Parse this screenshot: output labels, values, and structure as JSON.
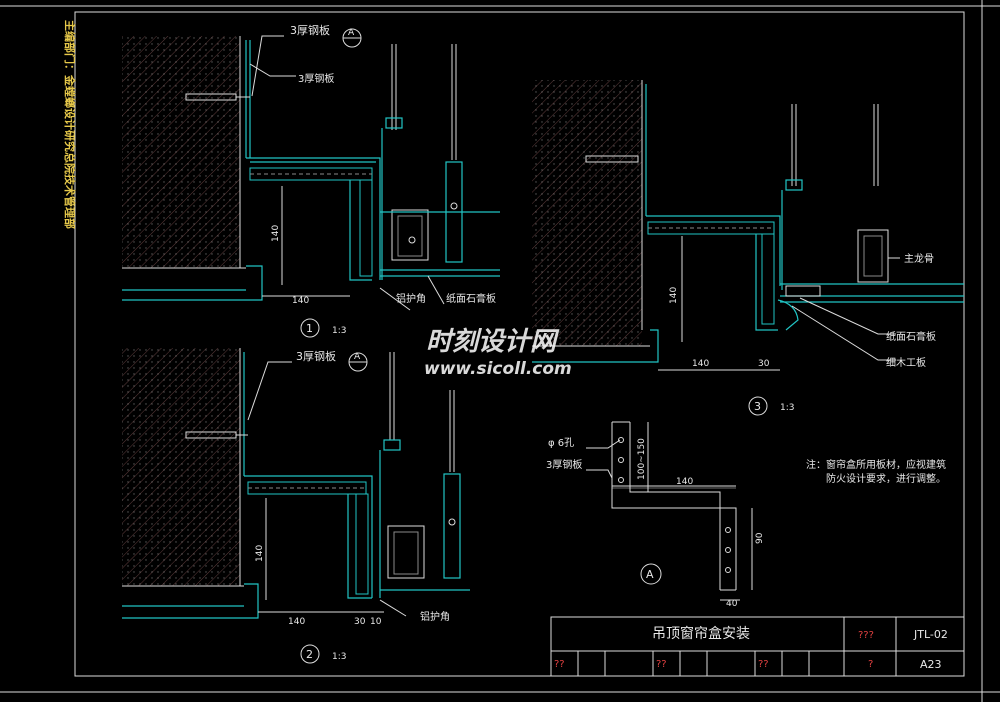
{
  "side_note": "主编部门：金螳螂设计研究总院技术管理部",
  "watermark": {
    "line1": "时刻设计网",
    "line2": "www.sicoll.com"
  },
  "details": [
    {
      "id": "1",
      "scale": "1:3",
      "labels": [
        "3厚钢板",
        "3厚钢板",
        "铝护角",
        "纸面石膏板"
      ],
      "ref": "A",
      "dims": [
        "140",
        "140"
      ]
    },
    {
      "id": "2",
      "scale": "1:3",
      "labels": [
        "3厚钢板",
        "铝护角"
      ],
      "ref": "A",
      "dims": [
        "140",
        "140",
        "30",
        "10"
      ]
    },
    {
      "id": "3",
      "scale": "1:3",
      "labels": [
        "主龙骨",
        "纸面石膏板",
        "细木工板"
      ],
      "dims": [
        "140",
        "140",
        "30"
      ]
    },
    {
      "id": "A",
      "labels": [
        "φ 6孔",
        "3厚钢板"
      ],
      "dims": [
        "100~150",
        "140",
        "90",
        "40"
      ]
    }
  ],
  "note": {
    "line1": "注：窗帘盒所用板材，应视建筑",
    "line2": "防火设计要求，进行调整。"
  },
  "title_block": {
    "title": "吊顶窗帘盒安装",
    "code": "JTL-02",
    "sheet": "A23",
    "q1": "???",
    "q2": "??",
    "q3": "??",
    "q4": "??",
    "q5": "?"
  },
  "colors": {
    "background": "#000000",
    "line_cyan": "#21c4c4",
    "line_white": "#dcdcdc",
    "note_yellow": "#e6c84a",
    "mark_red": "#e04040"
  }
}
